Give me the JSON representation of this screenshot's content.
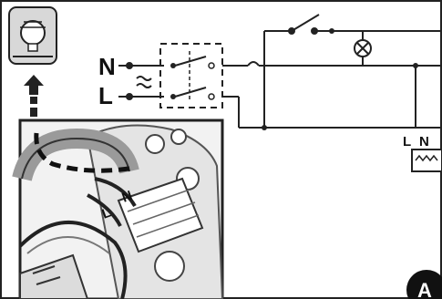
{
  "labels": {
    "neutral": "N",
    "live": "L",
    "terminal_l": "L",
    "terminal_n": "N",
    "photo_neutral": "N",
    "photo_live": "L",
    "badge": "A"
  },
  "icons": {
    "top_left": "lamp-in-box-icon",
    "arrow": "up-arrow-icon",
    "switch": "single-pole-switch-icon",
    "lamp": "light-bulb-symbol-icon",
    "terminal_block": "terminal-block-icon"
  }
}
